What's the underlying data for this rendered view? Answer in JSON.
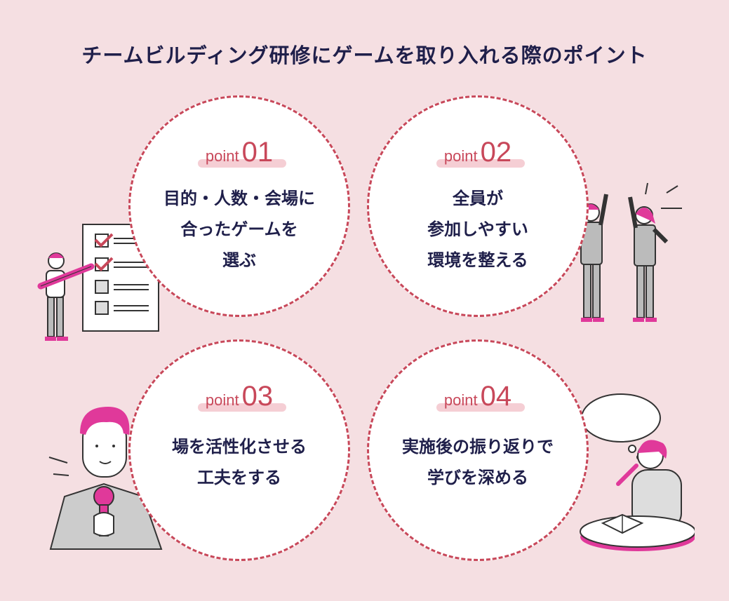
{
  "title": "チームビルディング研修にゲームを取り入れる際のポイント",
  "point_word": "point",
  "points": [
    {
      "number": "01",
      "lines": [
        "目的・人数・会場に",
        "合ったゲームを",
        "選ぶ"
      ]
    },
    {
      "number": "02",
      "lines": [
        "全員が",
        "参加しやすい",
        "環境を整える"
      ]
    },
    {
      "number": "03",
      "lines": [
        "場を活性化させる",
        "工夫をする"
      ]
    },
    {
      "number": "04",
      "lines": [
        "実施後の振り返りで",
        "学びを深める"
      ]
    }
  ],
  "colors": {
    "background": "#f5dfe2",
    "accent": "#c8485a",
    "text": "#1f1f4a",
    "hair": "#e0399a"
  }
}
